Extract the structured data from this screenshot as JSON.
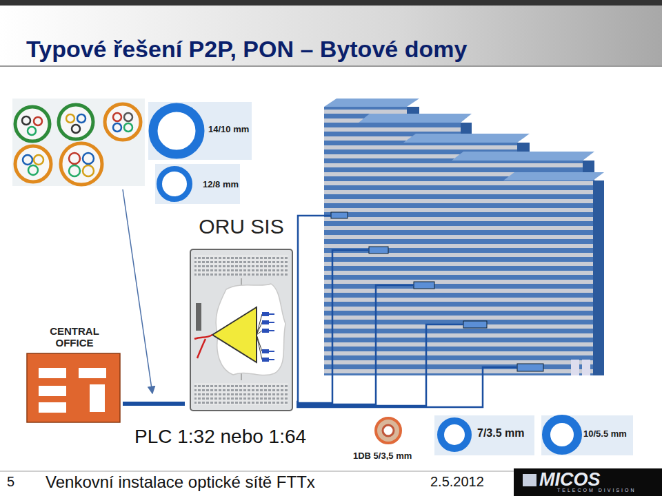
{
  "diagram": {
    "title": "Typové řešení P2P, PON – Bytové domy",
    "nodes": [
      {
        "text": [
          "CENTRAL OFFICE"
        ]
      },
      {
        "text": [
          "ORU SIS"
        ]
      }
    ],
    "edges": [
      {
        "from": 0,
        "to": 1,
        "arrow": "none"
      }
    ],
    "labels": [
      "14/10 mm",
      "12/8 mm",
      "PLC 1:32 nebo 1:64",
      "1DB 5/3,5 mm",
      "7/3.5 mm",
      "10/5.5 mm",
      "5",
      "Venkovní instalace optické sítě FTTx",
      "2.5.2012",
      "MICOS",
      "TELECOM DIVISION"
    ]
  }
}
